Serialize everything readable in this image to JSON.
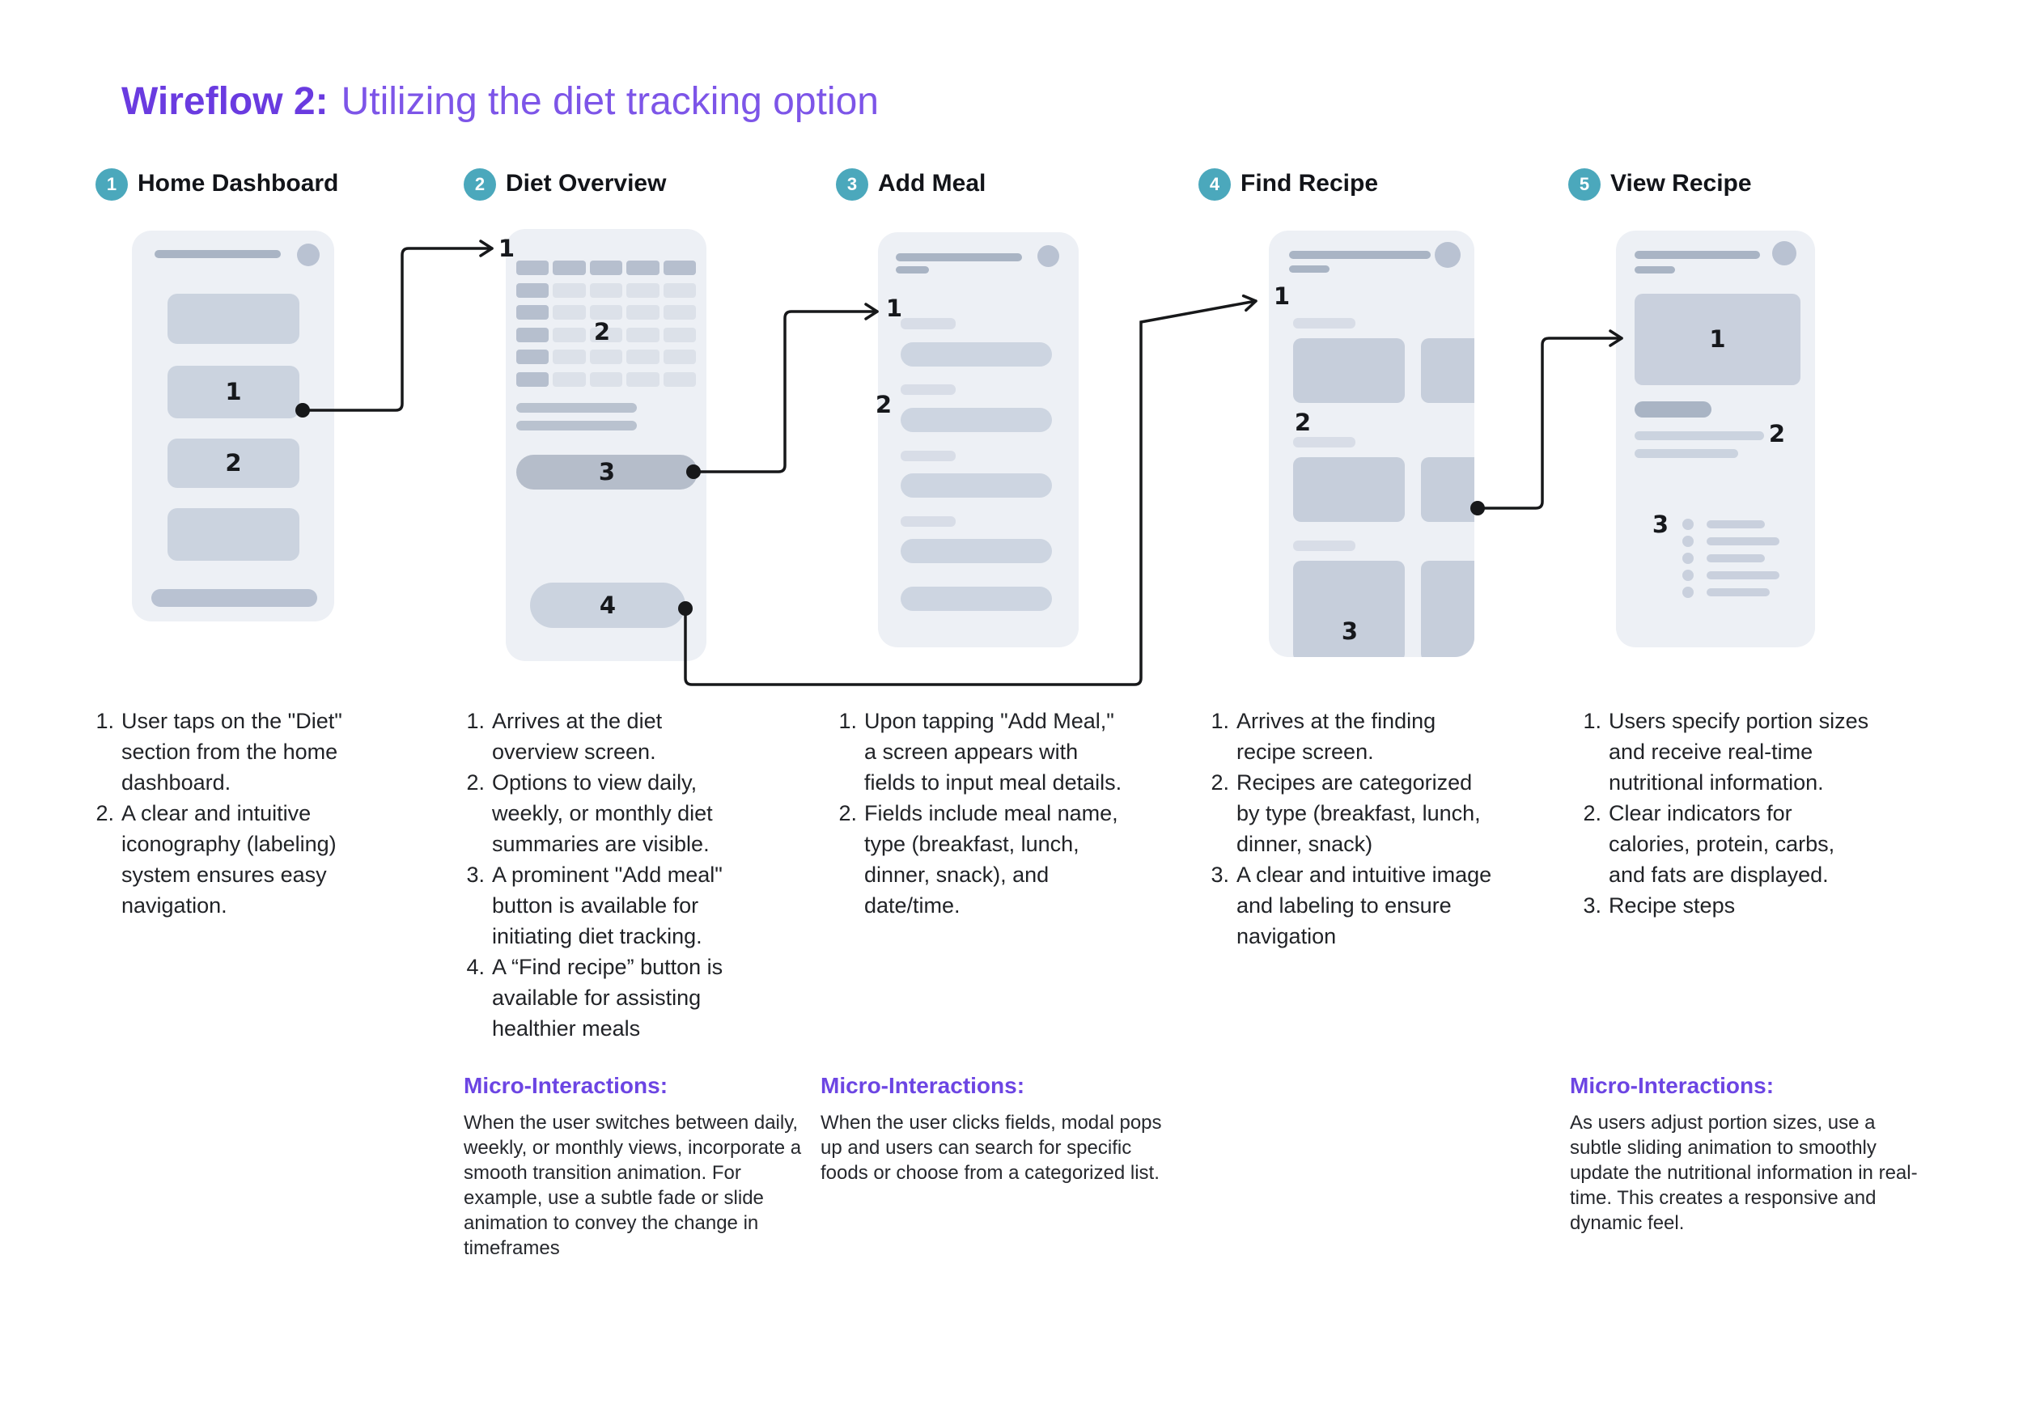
{
  "title": {
    "prefix": "Wireflow 2:",
    "rest": "Utilizing the diet tracking option"
  },
  "colors": {
    "title_bold_purple": "#6a3be0",
    "title_light_purple": "#7d55e8",
    "micro_heading_purple": "#6c45e3",
    "badge_teal": "#4ba8bc",
    "phone_background": "#edf0f5",
    "skeleton_light": "#cbd3df",
    "skeleton_mid": "#b9c2d2",
    "skeleton_dark": "#a9b4c4",
    "table_cell_dark": "#b6bfce",
    "table_cell_light": "#dce1e9",
    "connector_black": "#17181a"
  },
  "steps": [
    {
      "number": "1",
      "label": "Home Dashboard",
      "markers": [
        "1",
        "2"
      ],
      "notes": [
        "User taps on the \"Diet\" section from the home dashboard.",
        "A clear and intuitive iconography (labeling) system ensures easy navigation."
      ]
    },
    {
      "number": "2",
      "label": "Diet Overview",
      "markers": [
        "1",
        "2",
        "3",
        "4"
      ],
      "notes": [
        "Arrives at the diet overview screen.",
        "Options to view daily, weekly, or monthly diet summaries are visible.",
        "A prominent \"Add meal\" button is available for initiating diet tracking.",
        "A “Find recipe” button is available for assisting healthier meals"
      ],
      "micro": {
        "heading": "Micro-Interactions:",
        "body": "When the user switches between daily, weekly, or monthly views, incorporate a smooth transition animation. For example, use a subtle fade or slide animation to convey the change in timeframes"
      }
    },
    {
      "number": "3",
      "label": "Add Meal",
      "markers": [
        "1",
        "2"
      ],
      "notes": [
        "Upon tapping \"Add Meal,\" a screen appears with fields to input meal details.",
        "Fields include meal name, type (breakfast, lunch, dinner, snack), and date/time."
      ],
      "micro": {
        "heading": "Micro-Interactions:",
        "body": "When the user clicks fields, modal pops up and users can search for specific foods or choose from a categorized list."
      }
    },
    {
      "number": "4",
      "label": "Find Recipe",
      "markers": [
        "1",
        "2",
        "3"
      ],
      "notes": [
        "Arrives at the finding recipe screen.",
        "Recipes are categorized by type (breakfast, lunch, dinner, snack)",
        "A clear and intuitive image and labeling to ensure navigation"
      ]
    },
    {
      "number": "5",
      "label": "View Recipe",
      "markers": [
        "1",
        "2",
        "3"
      ],
      "notes": [
        "Users specify portion sizes and receive real-time nutritional information.",
        "Clear indicators for calories, protein, carbs, and fats are displayed.",
        "Recipe steps"
      ],
      "micro": {
        "heading": "Micro-Interactions:",
        "body": "As users adjust portion sizes, use a subtle sliding animation to smoothly update the nutritional information in real-time. This creates a responsive and dynamic feel."
      }
    }
  ]
}
